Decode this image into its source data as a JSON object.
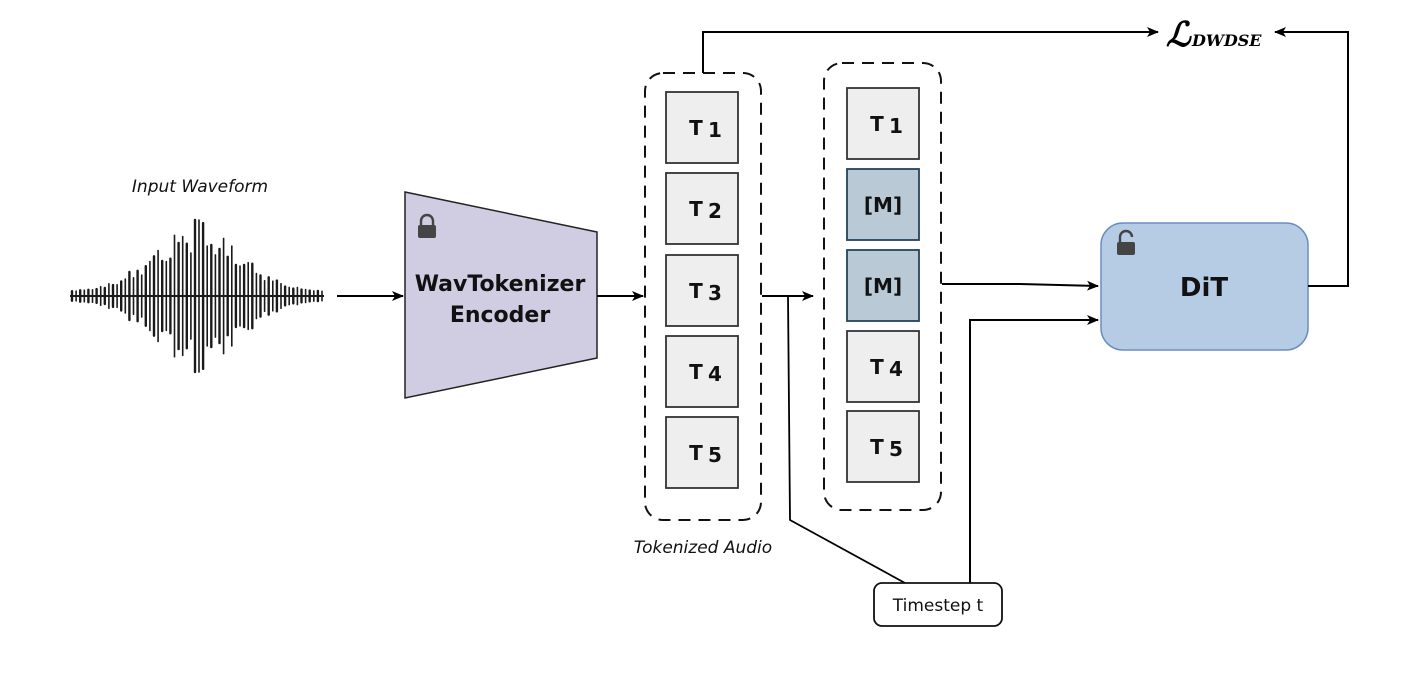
{
  "diagram": {
    "input_label": "Input Waveform",
    "encoder": {
      "line1": "WavTokenizer",
      "line2": "Encoder",
      "fill": "#d0cce2",
      "icon": "lock-icon"
    },
    "tokenized_label": "Tokenized Audio",
    "tokens": [
      {
        "text": "T",
        "sub": "1"
      },
      {
        "text": "T",
        "sub": "2"
      },
      {
        "text": "T",
        "sub": "3"
      },
      {
        "text": "T",
        "sub": "4"
      },
      {
        "text": "T",
        "sub": "5"
      }
    ],
    "masked_tokens": [
      {
        "text": "T",
        "sub": "1",
        "masked": false
      },
      {
        "text": "[M]",
        "sub": "",
        "masked": true
      },
      {
        "text": "[M]",
        "sub": "",
        "masked": true
      },
      {
        "text": "T",
        "sub": "4",
        "masked": false
      },
      {
        "text": "T",
        "sub": "5",
        "masked": false
      }
    ],
    "dit": {
      "label": "DiT",
      "fill": "#b6cbe4",
      "stroke": "#6c8ebf",
      "icon": "unlocked-icon"
    },
    "timestep_label": "Timestep t",
    "loss": {
      "symbol": "ℒ",
      "subscript": "DWDSE"
    },
    "colors": {
      "token_fill": "#eeeeee",
      "mask_fill": "#b9c9d6",
      "mask_stroke": "#23445d"
    }
  }
}
